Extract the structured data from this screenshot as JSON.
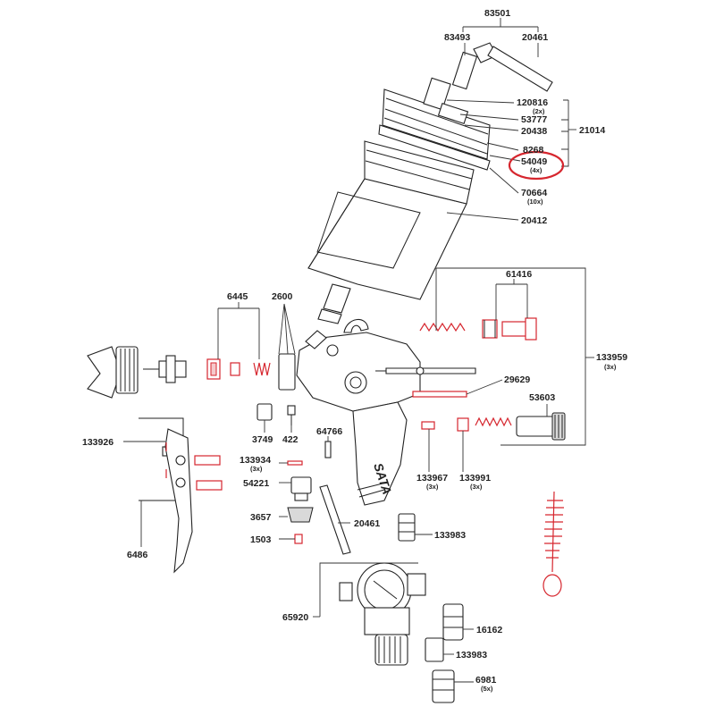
{
  "labels": {
    "p83501": "83501",
    "p83493": "83493",
    "p20461_top": "20461",
    "p120816": "120816",
    "q120816": "(2x)",
    "p53777": "53777",
    "p20438": "20438",
    "p21014": "21014",
    "p8268": "8268",
    "p54049": "54049",
    "q54049": "(4x)",
    "p70664": "70664",
    "q70664": "(10x)",
    "p20412": "20412",
    "p6445": "6445",
    "p2600": "2600",
    "p61416": "61416",
    "p133959": "133959",
    "q133959": "(3x)",
    "p29629": "29629",
    "p53603": "53603",
    "p133926": "133926",
    "p3749": "3749",
    "p422": "422",
    "p64766": "64766",
    "p133934": "133934",
    "q133934": "(3x)",
    "p133967": "133967",
    "q133967": "(3x)",
    "p133991": "133991",
    "q133991": "(3x)",
    "p54221": "54221",
    "p3657": "3657",
    "p20461_mid": "20461",
    "p1503": "1503",
    "p133983_a": "133983",
    "p6486": "6486",
    "p65920": "65920",
    "p16162": "16162",
    "p133983_b": "133983",
    "p6981": "6981",
    "q6981": "(5x)",
    "brand": "SATA"
  },
  "colors": {
    "highlight": "#d6262e",
    "line": "#333333"
  }
}
